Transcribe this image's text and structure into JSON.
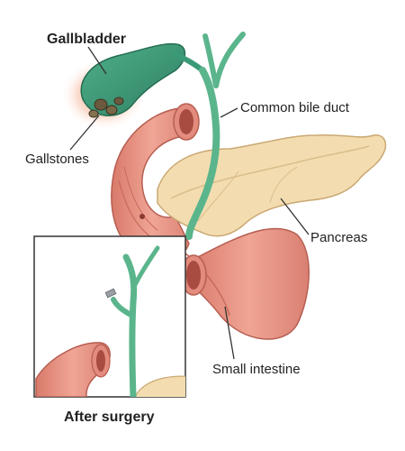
{
  "labels": {
    "gallbladder": "Gallbladder",
    "gallstones": "Gallstones",
    "common_bile_duct": "Common bile duct",
    "pancreas": "Pancreas",
    "small_intestine": "Small intestine",
    "after_surgery": "After surgery"
  },
  "colors": {
    "gallbladder": "#3a9a78",
    "gallbladder_glow": "#f4a07a",
    "bile_duct": "#5bb58c",
    "pancreas": "#f3ddb0",
    "intestine": "#e69585",
    "intestine_dark": "#c96a5c",
    "inset_border": "#333333",
    "text": "#222222"
  }
}
